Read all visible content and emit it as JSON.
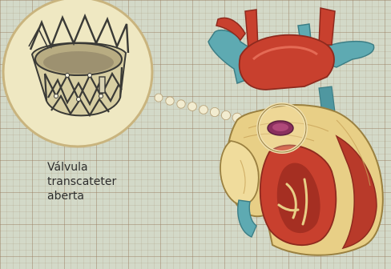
{
  "caption": {
    "lines": [
      "Válvula",
      "transcateter",
      "aberta"
    ]
  },
  "colors": {
    "background": "#d3d9c8",
    "grid": "#a08868",
    "heart_red": "#c8402e",
    "heart_yellow": "#e8cf86",
    "vein_blue": "#5eaab2",
    "magnifier_fill": "#efe8c2",
    "stent_metal": "#3a3a36"
  }
}
